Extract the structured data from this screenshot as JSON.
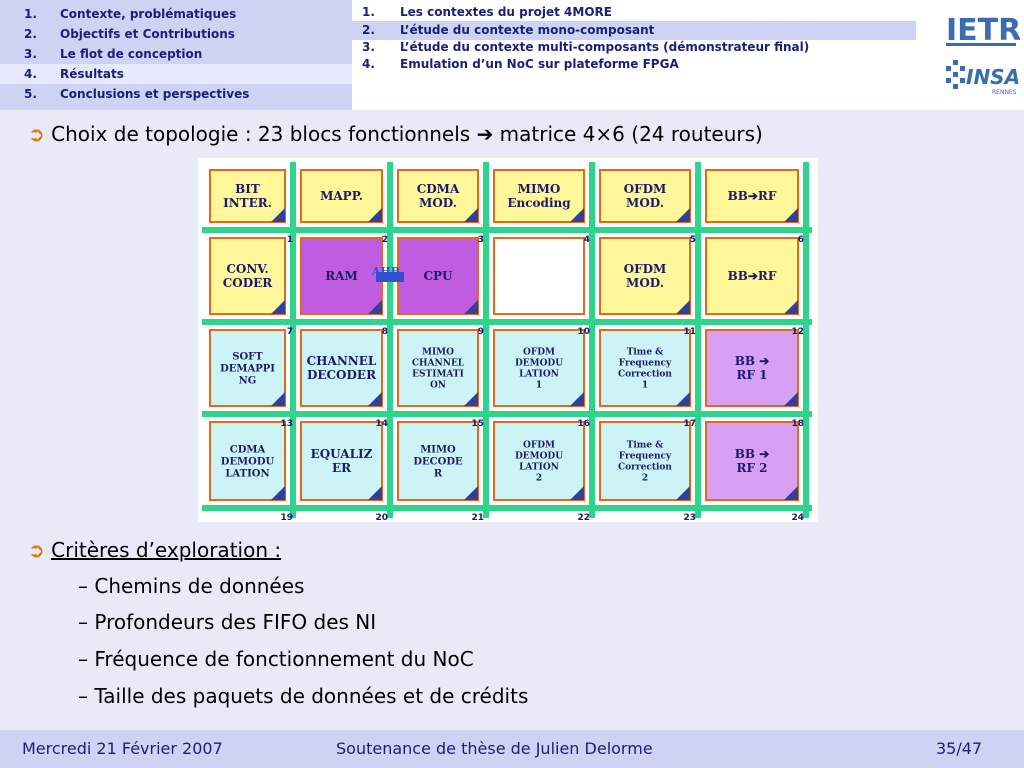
{
  "nav": {
    "items": [
      {
        "num": "1.",
        "label": "Contexte, problématiques"
      },
      {
        "num": "2.",
        "label": "Objectifs et Contributions"
      },
      {
        "num": "3.",
        "label": "Le flot de conception"
      },
      {
        "num": "4.",
        "label": "Résultats"
      },
      {
        "num": "5.",
        "label": "Conclusions et perspectives"
      }
    ],
    "subitems": [
      {
        "num": "1.",
        "label": "Les contextes du projet 4MORE"
      },
      {
        "num": "2.",
        "label": "L’étude du contexte mono-composant"
      },
      {
        "num": "3.",
        "label": "L’étude du contexte multi-composants (démonstrateur final)"
      },
      {
        "num": "4.",
        "label": "Emulation d’un NoC sur plateforme FPGA"
      }
    ]
  },
  "logos": {
    "ietr": "IETR",
    "insa": "INSA",
    "insa_sub": "RENNES"
  },
  "content": {
    "bullet1_arrow": "➲",
    "bullet1_text": "Choix de topologie : 23 blocs fonctionnels ➔ matrice 4×6 (24 routeurs)",
    "criteria_title": "Critères d’exploration :",
    "criteria": [
      "– Chemins de données",
      "– Profondeurs des FIFO des NI",
      "– Fréquence de fonctionnement du NoC",
      "– Taille des paquets de données et de crédits"
    ]
  },
  "figure": {
    "ahb_label": "AHB",
    "blocks": [
      {
        "label": "BIT\nINTER.",
        "color": "#fff799"
      },
      {
        "label": "MAPP.",
        "color": "#fff799"
      },
      {
        "label": "CDMA\nMOD.",
        "color": "#fff799"
      },
      {
        "label": "MIMO\nEncoding",
        "color": "#fff799"
      },
      {
        "label": "OFDM\nMOD.",
        "color": "#fff799"
      },
      {
        "label": "BB➔RF",
        "color": "#fff799"
      },
      {
        "label": "CONV.\nCODER",
        "color": "#fff799"
      },
      {
        "label": "RAM",
        "color": "#c05ce0"
      },
      {
        "label": "CPU",
        "color": "#c05ce0"
      },
      {
        "label": "",
        "color": "#ffffff"
      },
      {
        "label": "OFDM\nMOD.",
        "color": "#fff799"
      },
      {
        "label": "BB➔RF",
        "color": "#fff799"
      },
      {
        "label": "SOFT\nDEMAPPI\nNG",
        "color": "#ccf4f7"
      },
      {
        "label": "CHANNEL\nDECODER",
        "color": "#ccf4f7"
      },
      {
        "label": "MIMO\nCHANNEL\nESTIMATI\nON",
        "color": "#ccf4f7"
      },
      {
        "label": "OFDM\nDEMODU\nLATION\n1",
        "color": "#ccf4f7"
      },
      {
        "label": "Time &\nFrequency\nCorrection\n1",
        "color": "#ccf4f7"
      },
      {
        "label": "BB ➔\nRF 1",
        "color": "#d8a0f4"
      },
      {
        "label": "CDMA\nDEMODU\nLATION",
        "color": "#ccf4f7"
      },
      {
        "label": "EQUALIZ\nER",
        "color": "#ccf4f7"
      },
      {
        "label": "MIMO\nDECODE\nR",
        "color": "#ccf4f7"
      },
      {
        "label": "OFDM\nDEMODU\nLATION\n2",
        "color": "#ccf4f7"
      },
      {
        "label": "Time &\nFrequency\nCorrection\n2",
        "color": "#ccf4f7"
      },
      {
        "label": "BB ➔\nRF 2",
        "color": "#d8a0f4"
      }
    ],
    "routers": [
      "1",
      "2",
      "3",
      "4",
      "5",
      "6",
      "7",
      "8",
      "9",
      "10",
      "11",
      "12",
      "13",
      "14",
      "15",
      "16",
      "17",
      "18",
      "19",
      "20",
      "21",
      "22",
      "23",
      "24"
    ]
  },
  "footer": {
    "date": "Mercredi 21 Février 2007",
    "title": "Soutenance de thèse de Julien Delorme",
    "page": "35/47"
  }
}
